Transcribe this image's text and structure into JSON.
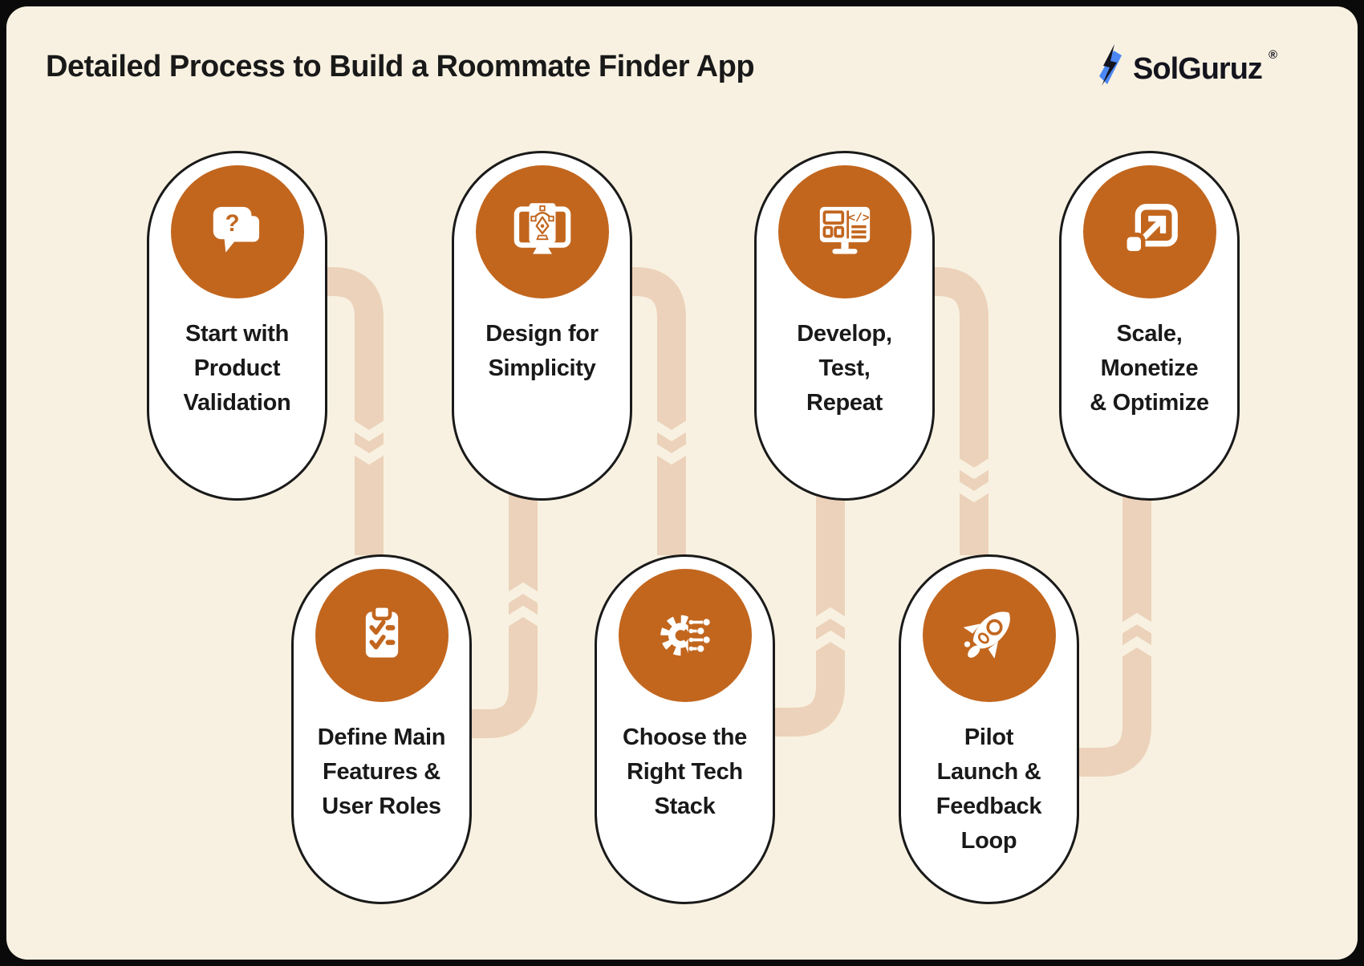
{
  "title": "Detailed Process to Build a Roommate Finder App",
  "brand": {
    "name": "SolGuruz",
    "registered_mark": "®",
    "logo_icon": "solguruz-lightning-icon",
    "logo_blue": "#4B87F5",
    "logo_black": "#14141E"
  },
  "colors": {
    "background": "#F8F1E1",
    "outer_frame": "#0A0A0A",
    "card_fill": "#FFFFFF",
    "card_border": "#1A1A1A",
    "accent_orange": "#C2661E",
    "connector_ribbon": "#ECD2BA",
    "text": "#191919"
  },
  "steps": [
    {
      "order": 1,
      "row": "top",
      "icon": "chat-question-icon",
      "label": "Start with\nProduct\nValidation"
    },
    {
      "order": 2,
      "row": "bottom",
      "icon": "clipboard-checklist-icon",
      "label": "Define Main\nFeatures &\nUser Roles"
    },
    {
      "order": 3,
      "row": "top",
      "icon": "design-monitor-icon",
      "label": "Design for\nSimplicity"
    },
    {
      "order": 4,
      "row": "bottom",
      "icon": "gear-circuit-icon",
      "label": "Choose the\nRight Tech\nStack"
    },
    {
      "order": 5,
      "row": "top",
      "icon": "code-monitor-icon",
      "label": "Develop,\nTest,\nRepeat"
    },
    {
      "order": 6,
      "row": "bottom",
      "icon": "rocket-icon",
      "label": "Pilot\nLaunch &\nFeedback\nLoop"
    },
    {
      "order": 7,
      "row": "top",
      "icon": "scale-expand-icon",
      "label": "Scale,\nMonetize\n& Optimize"
    }
  ],
  "flow": "1 → 2 → 3 → 4 → 5 → 6 → 7 (zigzag top/bottom, connectors with double chevrons)"
}
